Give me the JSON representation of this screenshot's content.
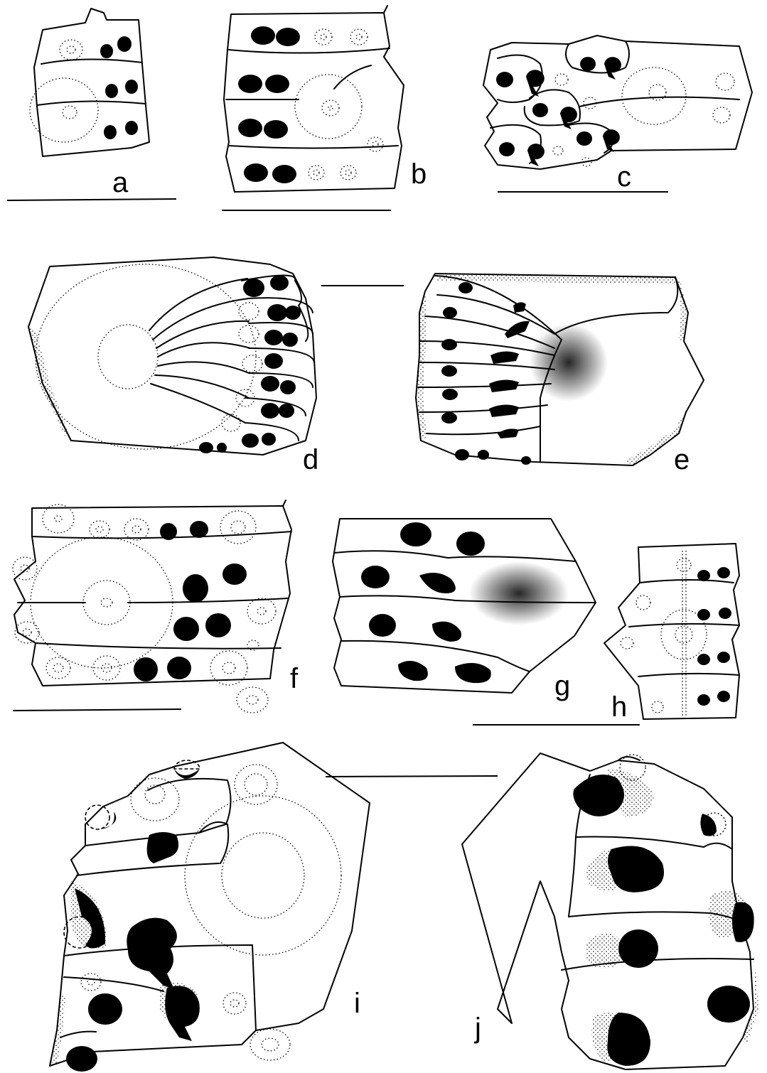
{
  "figure": {
    "panel_labels": [
      "a",
      "b",
      "c",
      "d",
      "e",
      "f",
      "g",
      "h",
      "i",
      "j"
    ]
  }
}
